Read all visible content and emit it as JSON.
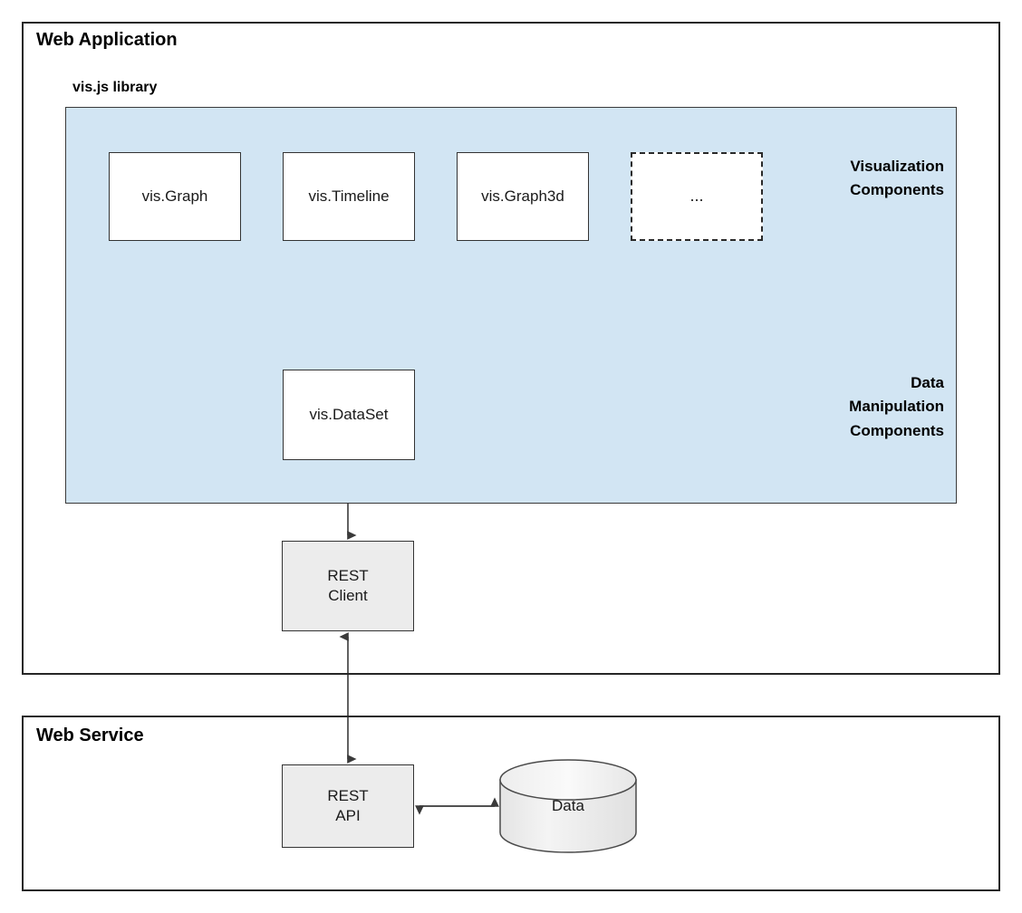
{
  "frames": {
    "web_application": {
      "title": "Web Application"
    },
    "web_service": {
      "title": "Web Service"
    }
  },
  "library": {
    "title": "vis.js library",
    "panel_color": "#d2e5f3",
    "sections": [
      {
        "label": "Visualization\nComponents"
      },
      {
        "label": "Data\nManipulation\nComponents"
      }
    ]
  },
  "nodes": {
    "vis_graph": "vis.Graph",
    "vis_timeline": "vis.Timeline",
    "vis_graph3d": "vis.Graph3d",
    "more": "...",
    "vis_dataset": "vis.DataSet",
    "rest_client": "REST\nClient",
    "rest_api": "REST\nAPI",
    "data_store": "Data"
  },
  "diagram": {
    "type": "architecture-block-diagram",
    "connections": [
      {
        "from": "vis.DataSet",
        "to": "vis.Graph",
        "style": "elbow",
        "direction": "bidirectional"
      },
      {
        "from": "vis.DataSet",
        "to": "vis.Timeline",
        "style": "straight",
        "direction": "bidirectional"
      },
      {
        "from": "vis.DataSet",
        "to": "vis.Graph3d",
        "style": "elbow",
        "direction": "bidirectional"
      },
      {
        "from": "vis.DataSet",
        "to": "...",
        "style": "elbow",
        "direction": "bidirectional"
      },
      {
        "from": "vis.DataSet",
        "to": "REST Client",
        "style": "straight",
        "direction": "bidirectional"
      },
      {
        "from": "REST Client",
        "to": "REST API",
        "style": "straight",
        "direction": "bidirectional"
      },
      {
        "from": "REST API",
        "to": "Data",
        "style": "straight",
        "direction": "bidirectional"
      }
    ]
  }
}
